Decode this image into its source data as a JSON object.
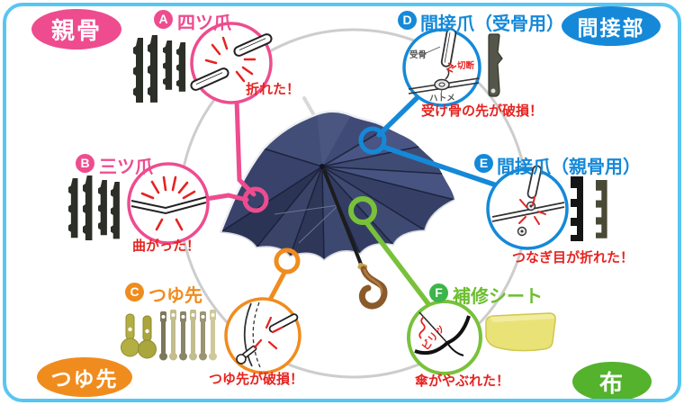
{
  "corner_badges": {
    "top_left": {
      "label": "親骨"
    },
    "top_right": {
      "label": "間接部"
    },
    "bottom_left": {
      "label": "つゆ先"
    },
    "bottom_right": {
      "label": "布"
    }
  },
  "sections": {
    "a": {
      "letter": "A",
      "title": "四ツ爪",
      "caption": "折れた！"
    },
    "b": {
      "letter": "B",
      "title": "三ツ爪",
      "caption": "曲がった！"
    },
    "c": {
      "letter": "C",
      "title": "つゆ先",
      "caption": "つゆ先が破損！"
    },
    "d": {
      "letter": "D",
      "title": "間接爪（受骨用）",
      "caption": "受け骨の先が破損！",
      "inner_labels": {
        "ukebone": "受骨",
        "setsudan": "切断",
        "hatome": "ハトメ"
      }
    },
    "e": {
      "letter": "E",
      "title": "間接爪（親骨用）",
      "caption": "つなぎ目が折れた！"
    },
    "f": {
      "letter": "F",
      "title": "補修シート",
      "caption": "傘がやぶれた！",
      "inner_label": "ビリッ"
    }
  },
  "colors": {
    "pink": "#ee4c8f",
    "blue": "#1589d8",
    "orange": "#f08c1e",
    "green_accent": "#79c13a",
    "green_badge": "#54b22d",
    "red_text": "#e62320",
    "frame_blue": "#58c6f2",
    "gray_ring": "#cdcdcd",
    "umbrella_navy": "#3e4a70"
  }
}
